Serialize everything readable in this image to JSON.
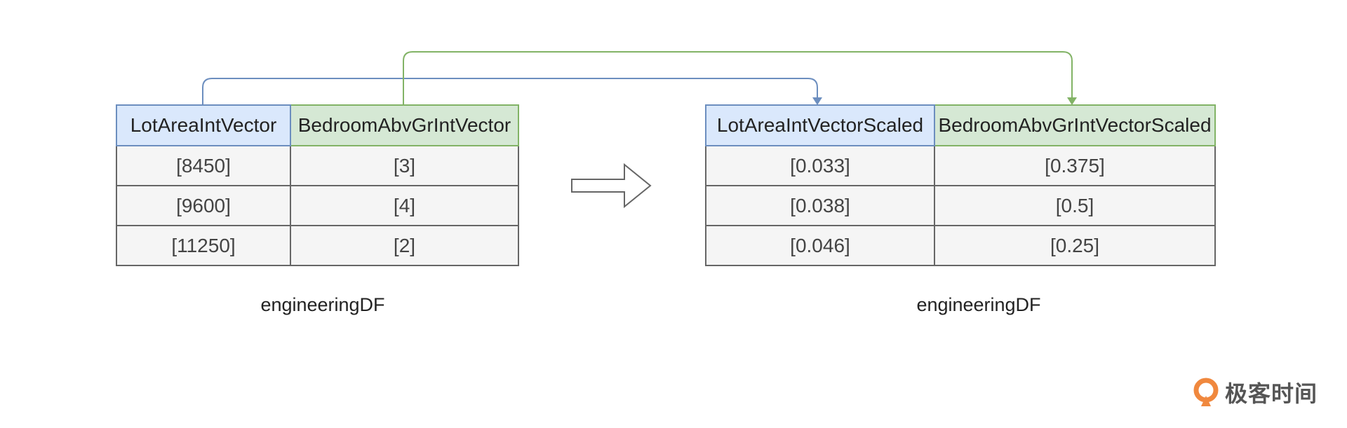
{
  "left_table": {
    "columns": [
      "LotAreaIntVector",
      "BedroomAbvGrIntVector"
    ],
    "rows": [
      [
        "[8450]",
        "[3]"
      ],
      [
        "[9600]",
        "[4]"
      ],
      [
        "[11250]",
        "[2]"
      ]
    ],
    "caption": "engineeringDF"
  },
  "right_table": {
    "columns": [
      "LotAreaIntVectorScaled",
      "BedroomAbvGrIntVectorScaled"
    ],
    "rows": [
      [
        "[0.033]",
        "[0.375]"
      ],
      [
        "[0.038]",
        "[0.5]"
      ],
      [
        "[0.046]",
        "[0.25]"
      ]
    ],
    "caption": "engineeringDF"
  },
  "colors": {
    "blue_header_fill": "#dae8fc",
    "blue_connector": "#6c8ebf",
    "green_header_fill": "#d5e8d4",
    "green_connector": "#82b366",
    "logo_accent": "#f0883e"
  },
  "logo": {
    "text": "极客时间",
    "icon": "geekbang-logo-icon"
  }
}
